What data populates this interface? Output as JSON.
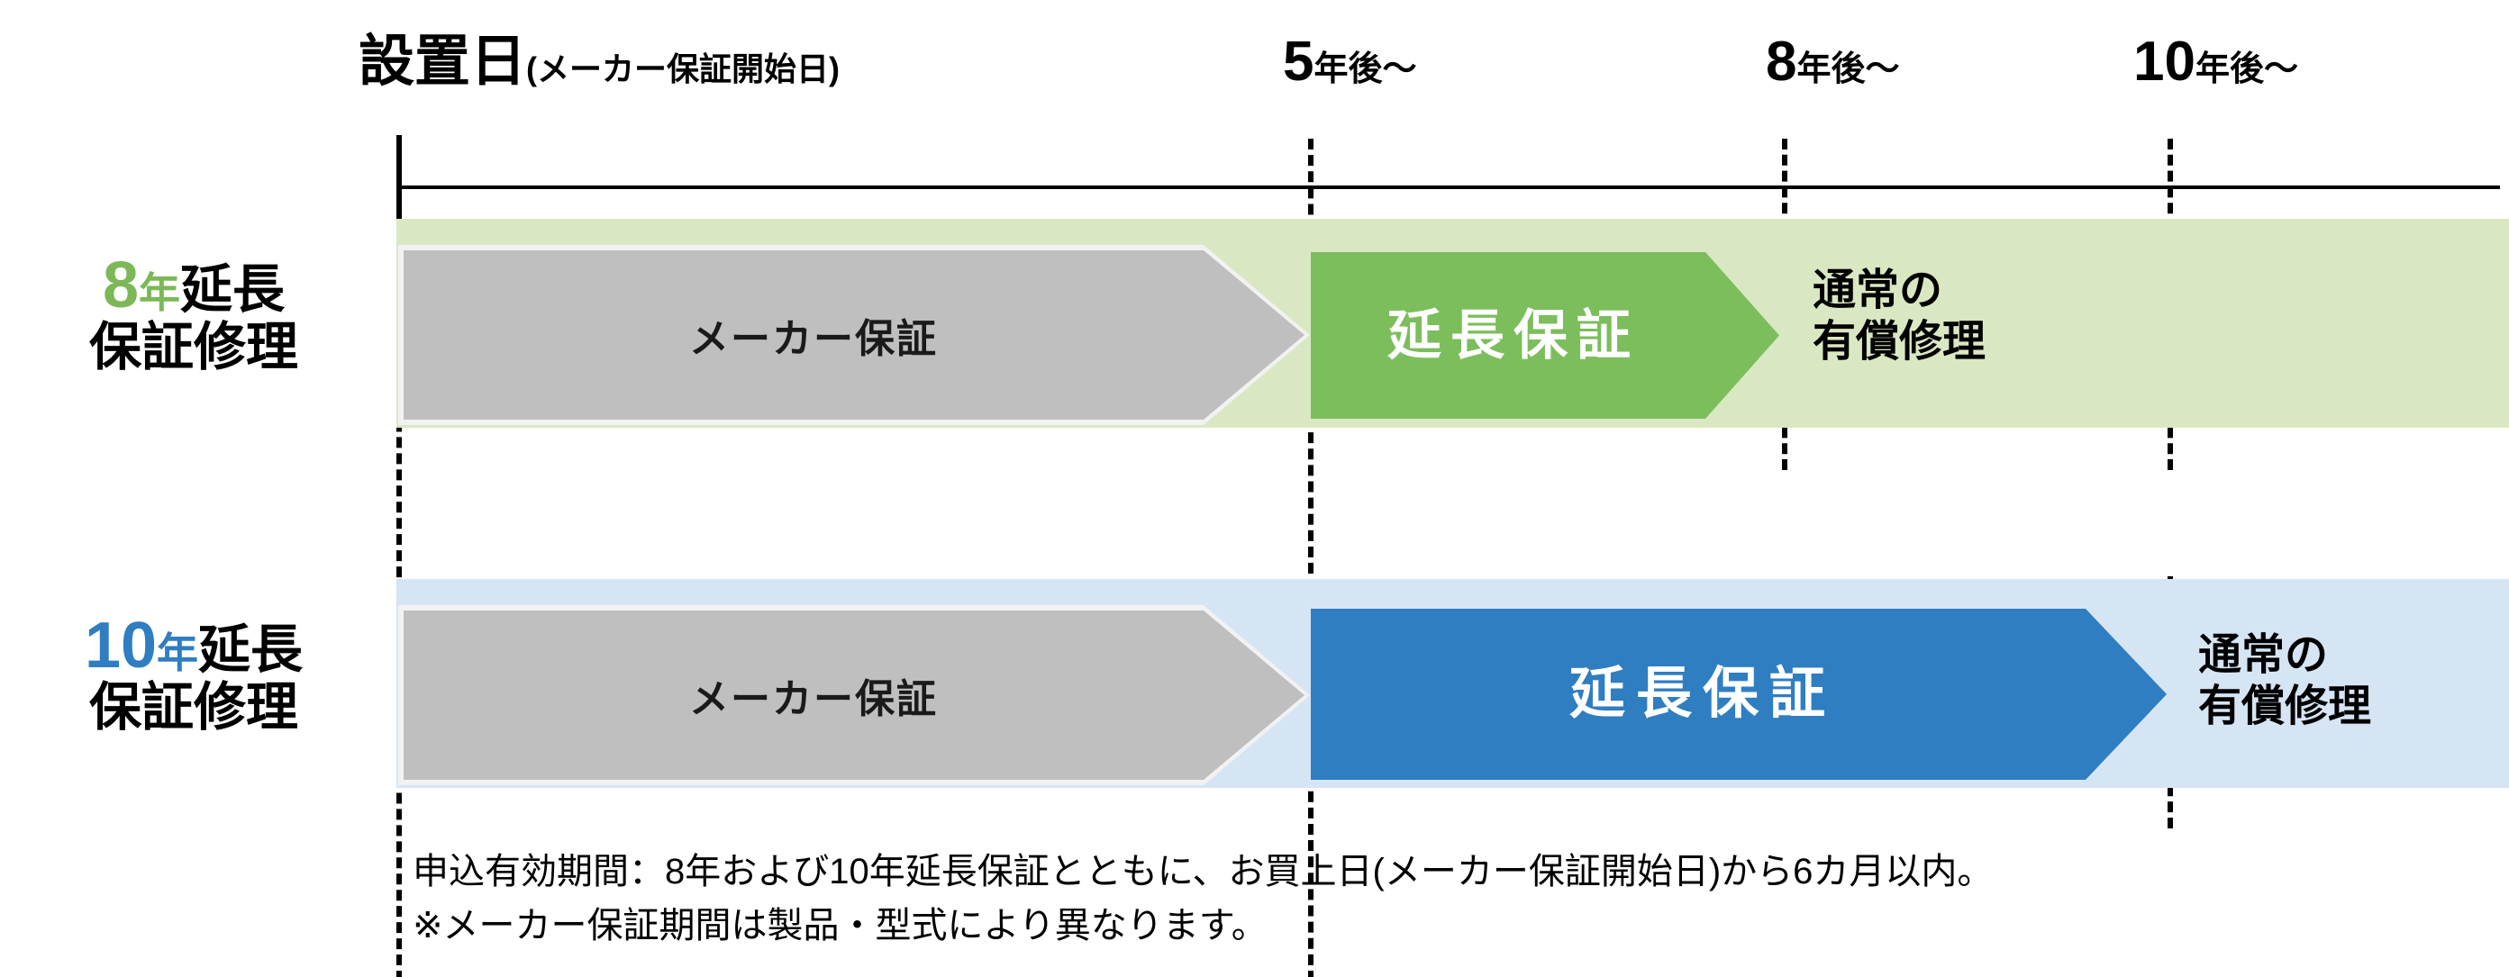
{
  "diagram": {
    "title_text_hidden": "",
    "colors": {
      "green_accent": "#7cbd5c",
      "green_band": "#d9e8c2",
      "blue_accent": "#2f7ec1",
      "blue_band": "#d6e5f4",
      "gray_arrow": "#bfbfbf",
      "axis_line": "#000000"
    }
  },
  "axis": {
    "markers": [
      {
        "name": "install-date",
        "main": "設置日",
        "paren": "(メーカー保証開始日)"
      },
      {
        "name": "after-5-years",
        "num": "5",
        "rest": "年後〜"
      },
      {
        "name": "after-8-years",
        "num": "8",
        "rest": "年後〜"
      },
      {
        "name": "after-10-years",
        "num": "10",
        "rest": "年後〜"
      }
    ]
  },
  "rows": [
    {
      "name": "8-year-extended-warranty-row",
      "label_num": "8",
      "label_nen": "年",
      "label_ext": "延長",
      "label_line2": "保証修理",
      "maker_warranty_label": "メーカー保証",
      "extension_label": "延長保証",
      "paid_repair_line1": "通常の",
      "paid_repair_line2": "有償修理"
    },
    {
      "name": "10-year-extended-warranty-row",
      "label_num": "10",
      "label_nen": "年",
      "label_ext": "延長",
      "label_line2": "保証修理",
      "maker_warranty_label": "メーカー保証",
      "extension_label": "延長保証",
      "paid_repair_line1": "通常の",
      "paid_repair_line2": "有償修理"
    }
  ],
  "footnotes": {
    "line1": "申込有効期間：8年および10年延長保証とともに、お買上日(メーカー保証開始日)から6カ月以内。",
    "line2": "※メーカー保証期間は製品・型式により異なります。"
  }
}
